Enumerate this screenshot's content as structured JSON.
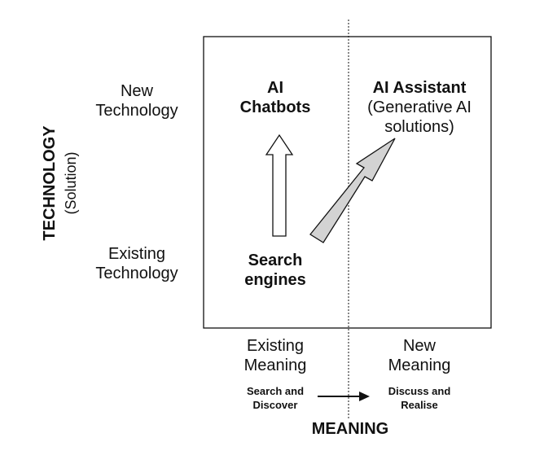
{
  "y_axis": {
    "title": "TECHNOLOGY",
    "subtitle": "(Solution)",
    "top_label": [
      "New",
      "Technology"
    ],
    "bottom_label": [
      "Existing",
      "Technology"
    ]
  },
  "x_axis": {
    "title": "MEANING",
    "left_label": [
      "Existing",
      "Meaning"
    ],
    "right_label": [
      "New",
      "Meaning"
    ],
    "left_sub": [
      "Search and",
      "Discover"
    ],
    "right_sub": [
      "Discuss and",
      "Realise"
    ]
  },
  "quadrants": {
    "top_left": [
      "AI",
      "Chatbots"
    ],
    "top_right_title": "AI Assistant",
    "top_right_desc": [
      "(Generative AI",
      "solutions)"
    ],
    "bottom_left": [
      "Search",
      "engines"
    ]
  },
  "colors": {
    "line": "#111111",
    "arrow_white": "#ffffff",
    "arrow_gray": "#d3d3d3"
  }
}
